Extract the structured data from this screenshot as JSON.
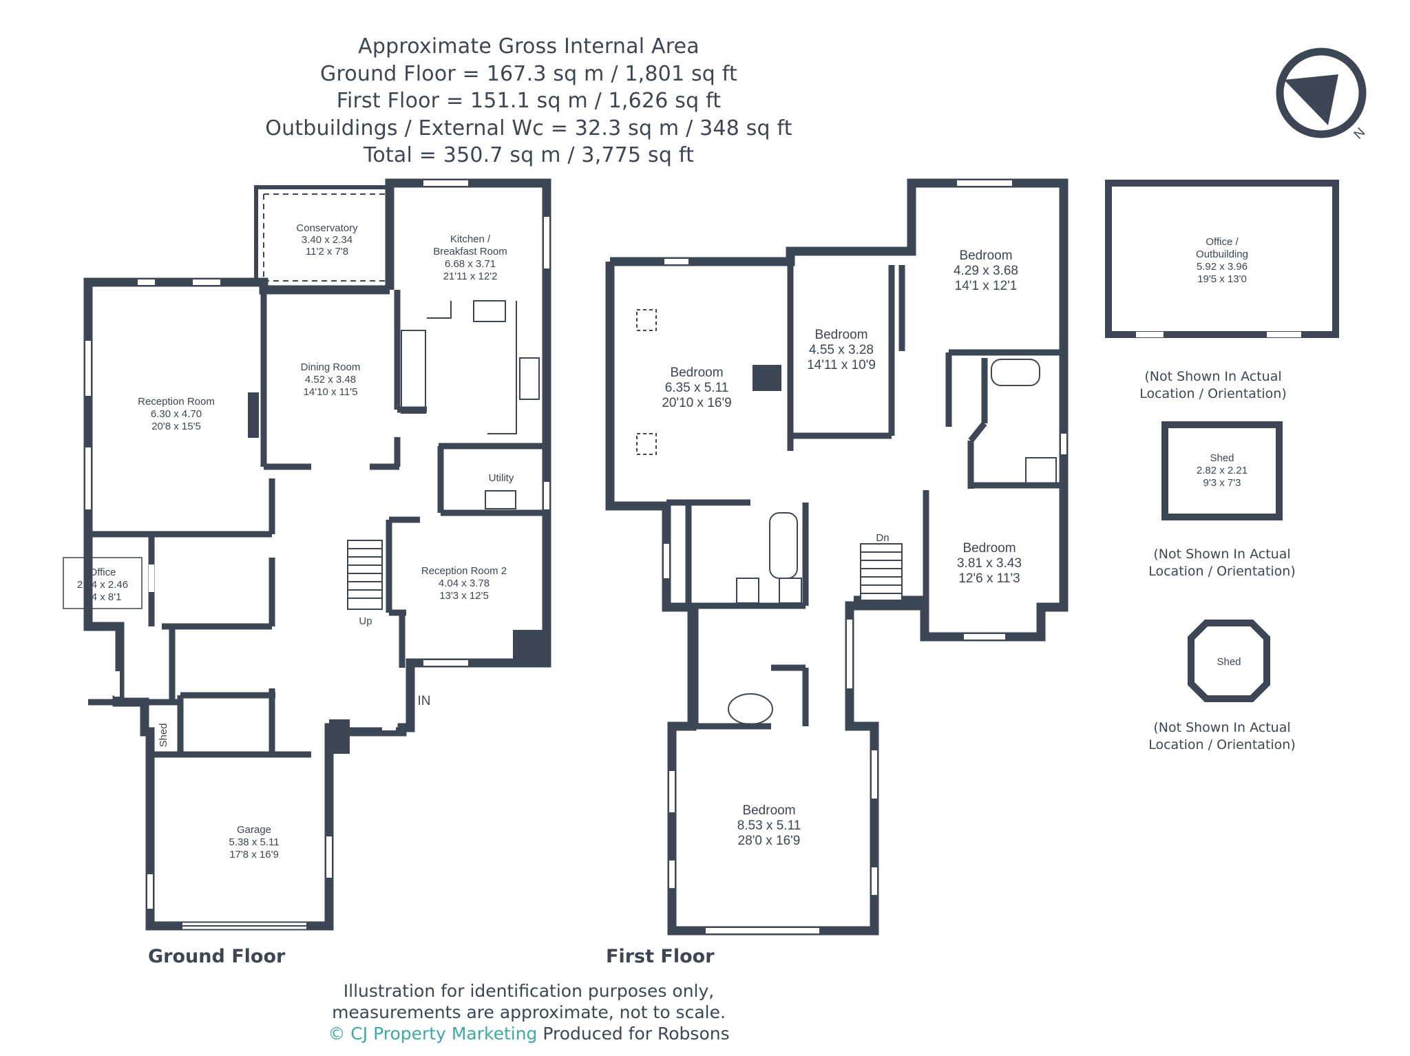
{
  "header": {
    "title": "Approximate Gross Internal Area",
    "ground": "Ground Floor = 167.3 sq m / 1,801 sq ft",
    "first": "First Floor = 151.1 sq m / 1,626 sq ft",
    "outbuildings": "Outbuildings / External Wc = 32.3 sq m / 348 sq ft",
    "total": "Total = 350.7 sq m / 3,775 sq ft"
  },
  "compass": {
    "label": "N"
  },
  "ground_floor": {
    "title": "Ground Floor",
    "rooms": {
      "conservatory": [
        "Conservatory",
        "3.40 x 2.34",
        "11'2 x 7'8"
      ],
      "kitchen": [
        "Kitchen /",
        "Breakfast Room",
        "6.68 x 3.71",
        "21'11 x 12'2"
      ],
      "reception": [
        "Reception Room",
        "6.30 x 4.70",
        "20'8 x 15'5"
      ],
      "dining": [
        "Dining Room",
        "4.52 x 3.48",
        "14'10 x 11'5"
      ],
      "utility": [
        "Utility"
      ],
      "reception2": [
        "Reception Room 2",
        "4.04 x 3.78",
        "13'3 x 12'5"
      ],
      "office": [
        "Office",
        "2.84 x 2.46",
        "9'4 x 8'1"
      ],
      "garage": [
        "Garage",
        "5.38 x 5.11",
        "17'8 x 16'9"
      ],
      "shed": [
        "Shed"
      ]
    },
    "up_label": "Up",
    "in_label": "IN"
  },
  "first_floor": {
    "title": "First Floor",
    "rooms": {
      "bed1": [
        "Bedroom",
        "6.35 x 5.11",
        "20'10 x 16'9"
      ],
      "bed2": [
        "Bedroom",
        "4.55 x 3.28",
        "14'11 x 10'9"
      ],
      "bed3": [
        "Bedroom",
        "4.29 x 3.68",
        "14'1 x 12'1"
      ],
      "bed4": [
        "Bedroom",
        "3.81 x 3.43",
        "12'6 x 11'3"
      ],
      "bed5": [
        "Bedroom",
        "8.53 x 5.11",
        "28'0 x 16'9"
      ]
    },
    "dn_label": "Dn"
  },
  "outbuildings": {
    "office": [
      "Office /",
      "Outbuilding",
      "5.92 x 3.96",
      "19'5 x 13'0"
    ],
    "shed1": [
      "Shed",
      "2.82 x 2.21",
      "9'3 x 7'3"
    ],
    "shed2": [
      "Shed"
    ],
    "note_line1": "(Not Shown In Actual",
    "note_line2": "Location / Orientation)"
  },
  "footer": {
    "line1": "Illustration for identification purposes only,",
    "line2": "measurements are approximate, not to scale.",
    "brand": "© CJ Property Marketing",
    "produced": "Produced for Robsons"
  },
  "colors": {
    "wall": "#3d4654",
    "brand": "#3fa9a1",
    "window": "#ffffff"
  }
}
